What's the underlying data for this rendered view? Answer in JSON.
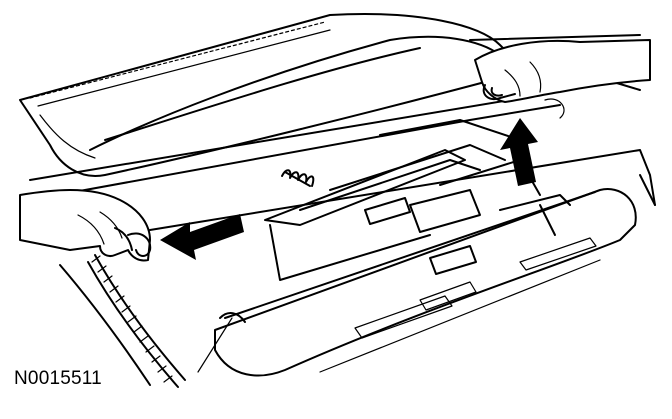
{
  "figure": {
    "id_label": "N0015511"
  },
  "arrows": [
    {
      "name": "pull-left-arrow",
      "direction": "left"
    },
    {
      "name": "pull-up-arrow",
      "direction": "up"
    }
  ],
  "colors": {
    "ink": "#000000",
    "paper": "#ffffff"
  }
}
